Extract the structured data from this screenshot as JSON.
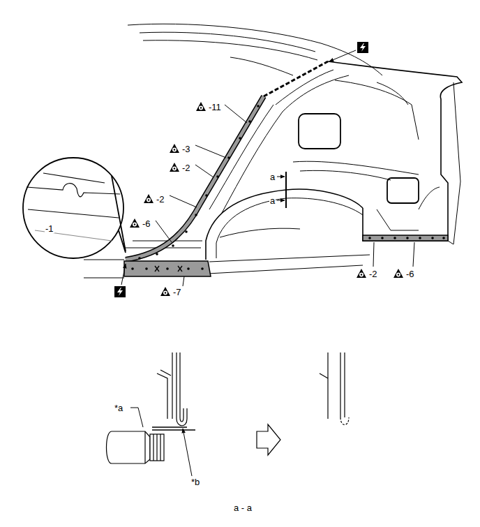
{
  "diagram": {
    "labels": [
      "-1",
      "-11",
      "-3",
      "-2",
      "-2",
      "-6",
      "-7",
      "-2",
      "-6",
      "a",
      "a",
      "*a",
      "*b",
      "a - a"
    ]
  }
}
